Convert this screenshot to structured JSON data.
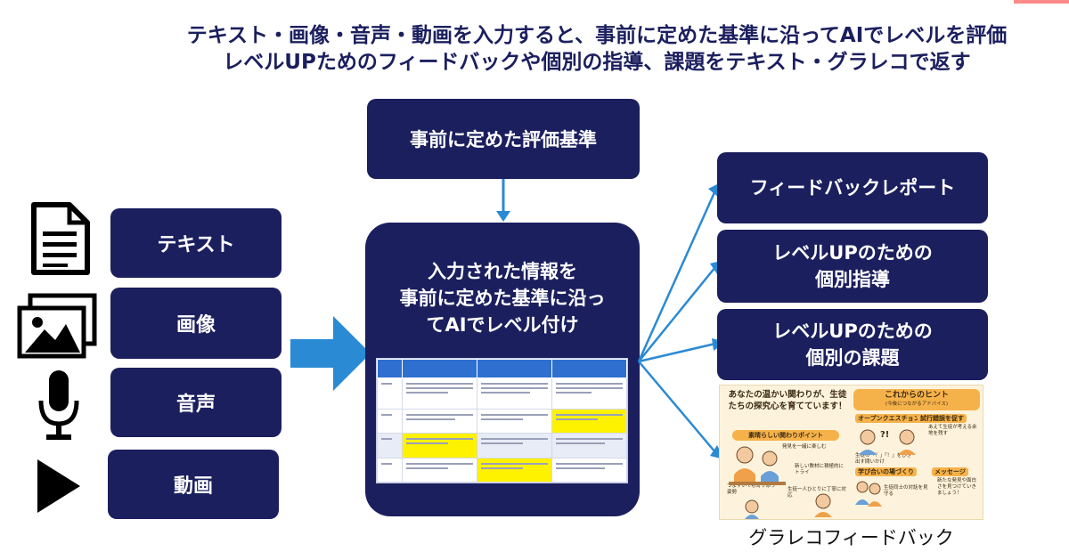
{
  "header": {
    "line1": "テキスト・画像・音声・動画を入力すると、事前に定めた基準に沿ってAIでレベルを評価",
    "line2": "レベルUPためのフィードバックや個別の指導、課題をテキスト・グラレコで返す"
  },
  "inputs": [
    {
      "label": "テキスト",
      "icon": "document-icon"
    },
    {
      "label": "画像",
      "icon": "image-icon"
    },
    {
      "label": "音声",
      "icon": "microphone-icon"
    },
    {
      "label": "動画",
      "icon": "play-icon"
    }
  ],
  "criteria_box": "事前に定めた評価基準",
  "center_box": {
    "line1": "入力された情報を",
    "line2": "事前に定めた基準に沿っ",
    "line3": "てAIでレベル付け"
  },
  "outputs": [
    {
      "line1": "フィードバックレポート",
      "line2": ""
    },
    {
      "line1": "レベルUPのための",
      "line2": "個別指導"
    },
    {
      "line1": "レベルUPのための",
      "line2": "個別の課題"
    }
  ],
  "poster": {
    "title": "あなたの温かい関わりが、生徒たちの探究心を育てています！",
    "section1": "素晴らしい関わりポイント",
    "hints_title": "これからのヒント",
    "hints_sub": "(今後につながるアドバイス)",
    "hint1": "オープンクエスチョン",
    "hint2": "試行錯誤を促す",
    "hint3": "学び合いの場づくり",
    "hint4": "メッセージ",
    "note1": "生徒一人ひとりに丁寧に対応",
    "note2": "新しい教材に積極的にトライ",
    "note3": "つまずいても寄り添う姿勢",
    "note4": "生徒の「？」「！」をひき出す問いかけ",
    "note5": "あえて生徒が考える余地を残す",
    "note6": "生徒同士の対話を見守る",
    "note7": "新たな発見や面白さを見つけていきましょう！",
    "note8": "発見を一緒に楽しむ"
  },
  "caption": "グラレコフィードバック",
  "colors": {
    "navy": "#1b1f5e",
    "arrow": "#2a8ad4",
    "table_header": "#2f6fd0",
    "highlight": "#fff200"
  }
}
